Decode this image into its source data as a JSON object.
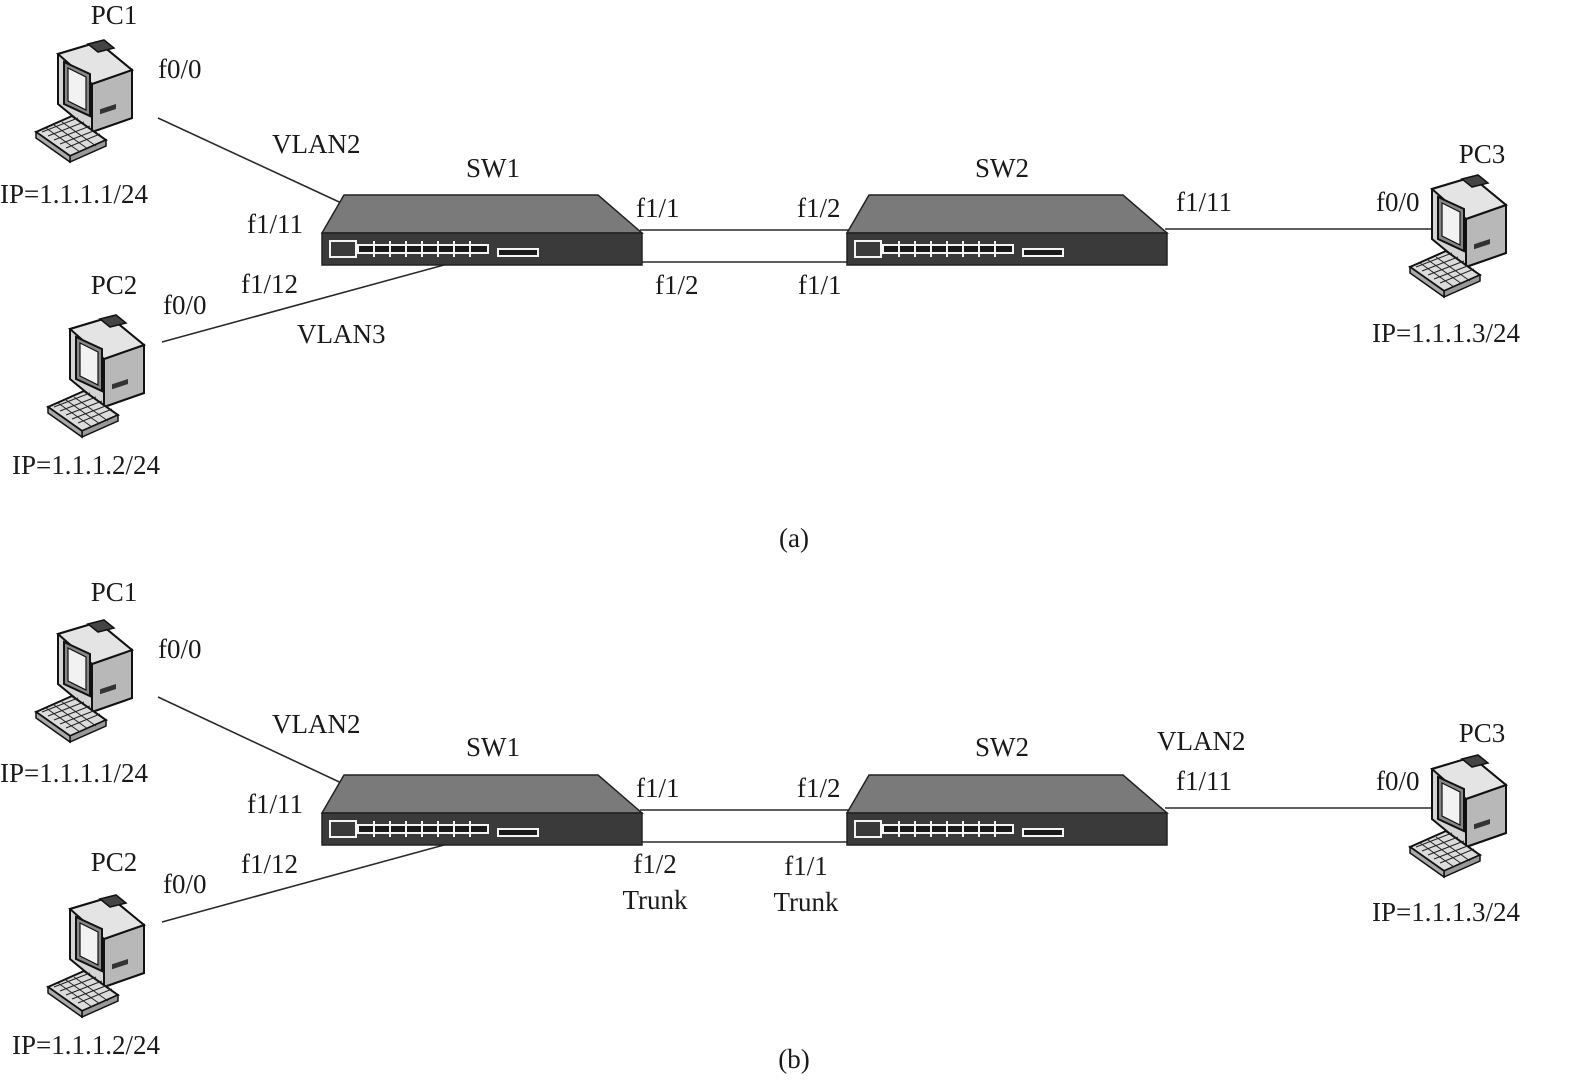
{
  "colors": {
    "switch_top": "#767676",
    "switch_front": "#3a3a3a",
    "line": "#2a2a2a",
    "pc_body": "#cfcfcf",
    "pc_screen": "#9a9a9a"
  },
  "icons": {
    "pc": "desktop-computer-icon",
    "switch": "network-switch-icon"
  },
  "diagrams": [
    {
      "caption": "(a)",
      "devices": {
        "pc1": {
          "name": "PC1",
          "port": "f0/0",
          "ip": "IP=1.1.1.1/24"
        },
        "pc2": {
          "name": "PC2",
          "port": "f0/0",
          "ip": "IP=1.1.1.2/24"
        },
        "pc3": {
          "name": "PC3",
          "port": "f0/0",
          "ip": "IP=1.1.1.3/24"
        },
        "sw1": {
          "name": "SW1"
        },
        "sw2": {
          "name": "SW2"
        }
      },
      "ports": {
        "sw1_f1_11": "f1/11",
        "sw1_f1_12": "f1/12",
        "sw1_f1_1": "f1/1",
        "sw1_f1_2": "f1/2",
        "sw2_f1_2": "f1/2",
        "sw2_f1_1": "f1/1",
        "sw2_f1_11": "f1/11"
      },
      "vlans": {
        "pc1_link": "VLAN2",
        "pc2_link": "VLAN3"
      }
    },
    {
      "caption": "(b)",
      "devices": {
        "pc1": {
          "name": "PC1",
          "port": "f0/0",
          "ip": "IP=1.1.1.1/24"
        },
        "pc2": {
          "name": "PC2",
          "port": "f0/0",
          "ip": "IP=1.1.1.2/24"
        },
        "pc3": {
          "name": "PC3",
          "port": "f0/0",
          "ip": "IP=1.1.1.3/24"
        },
        "sw1": {
          "name": "SW1"
        },
        "sw2": {
          "name": "SW2"
        }
      },
      "ports": {
        "sw1_f1_11": "f1/11",
        "sw1_f1_12": "f1/12",
        "sw1_f1_1": "f1/1",
        "sw1_f1_2": "f1/2",
        "sw2_f1_2": "f1/2",
        "sw2_f1_1": "f1/1",
        "sw2_f1_11": "f1/11"
      },
      "vlans": {
        "pc1_link": "VLAN2",
        "pc3_link": "VLAN2"
      },
      "trunk": {
        "sw1_mode": "Trunk",
        "sw2_mode": "Trunk"
      }
    }
  ]
}
